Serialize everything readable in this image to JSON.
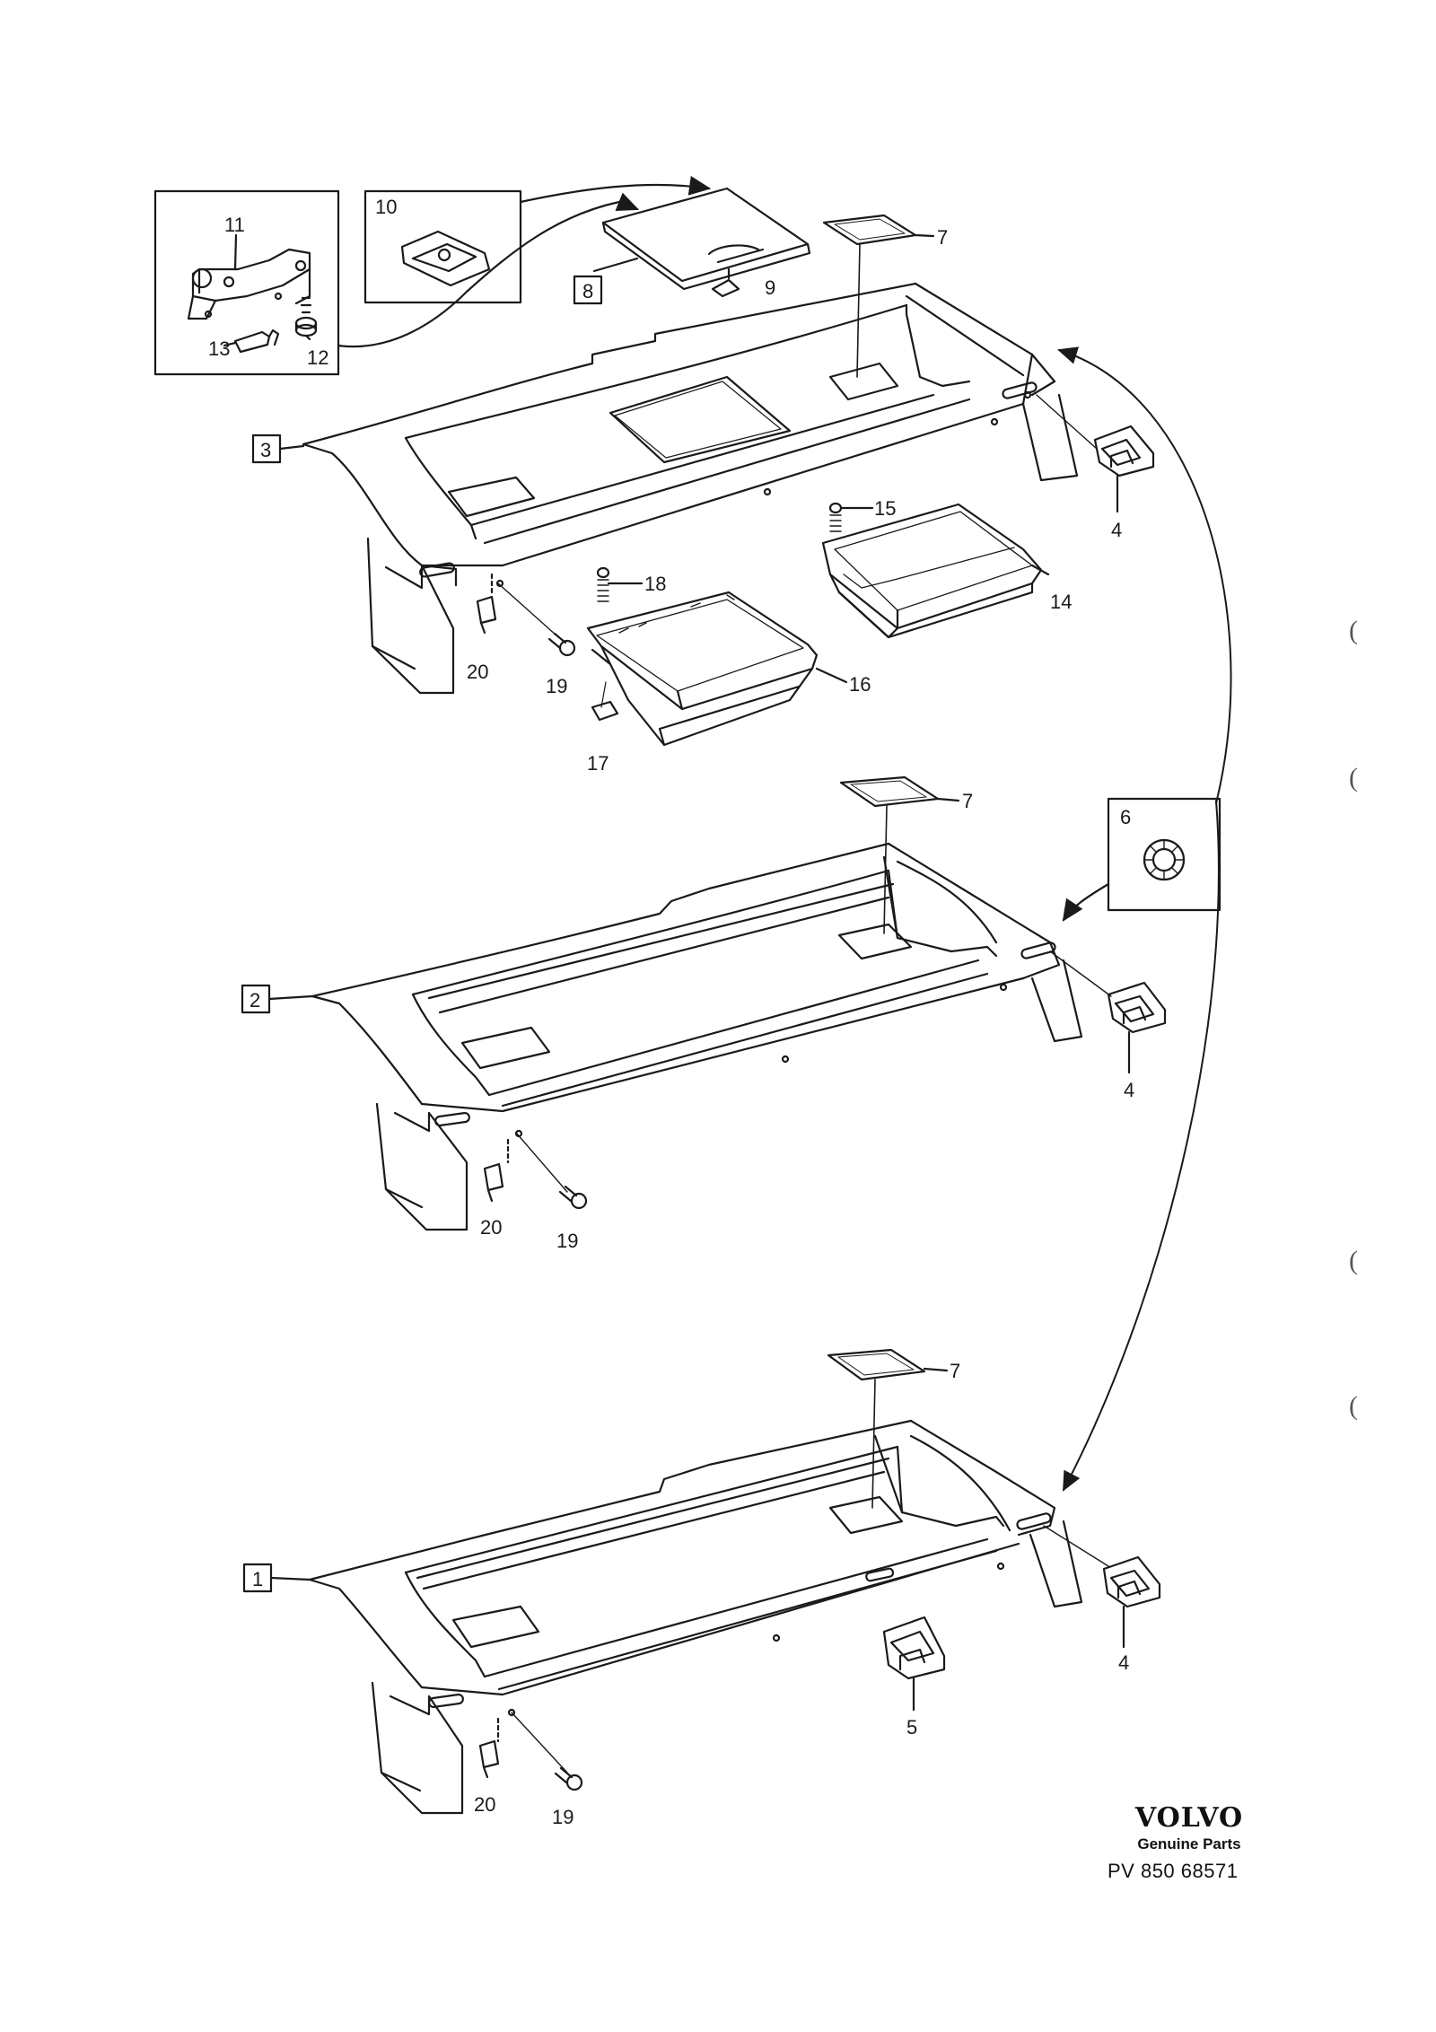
{
  "callouts": {
    "c1": "1",
    "c2": "2",
    "c3": "3",
    "c4a": "4",
    "c4b": "4",
    "c4c": "4",
    "c5": "5",
    "c6": "6",
    "c7a": "7",
    "c7b": "7",
    "c7c": "7",
    "c8": "8",
    "c9": "9",
    "c10": "10",
    "c11": "11",
    "c12": "12",
    "c13": "13",
    "c14": "14",
    "c15": "15",
    "c16": "16",
    "c17": "17",
    "c18": "18",
    "c19a": "19",
    "c19b": "19",
    "c19c": "19",
    "c20a": "20",
    "c20b": "20",
    "c20c": "20"
  },
  "branding": {
    "brand": "VOLVO",
    "tagline": "Genuine Parts",
    "code": "PV 850 68571"
  },
  "margin_marks": [
    "(",
    "(",
    "(",
    "("
  ],
  "colors": {
    "ink": "#1a1a1a",
    "paper": "#ffffff"
  }
}
